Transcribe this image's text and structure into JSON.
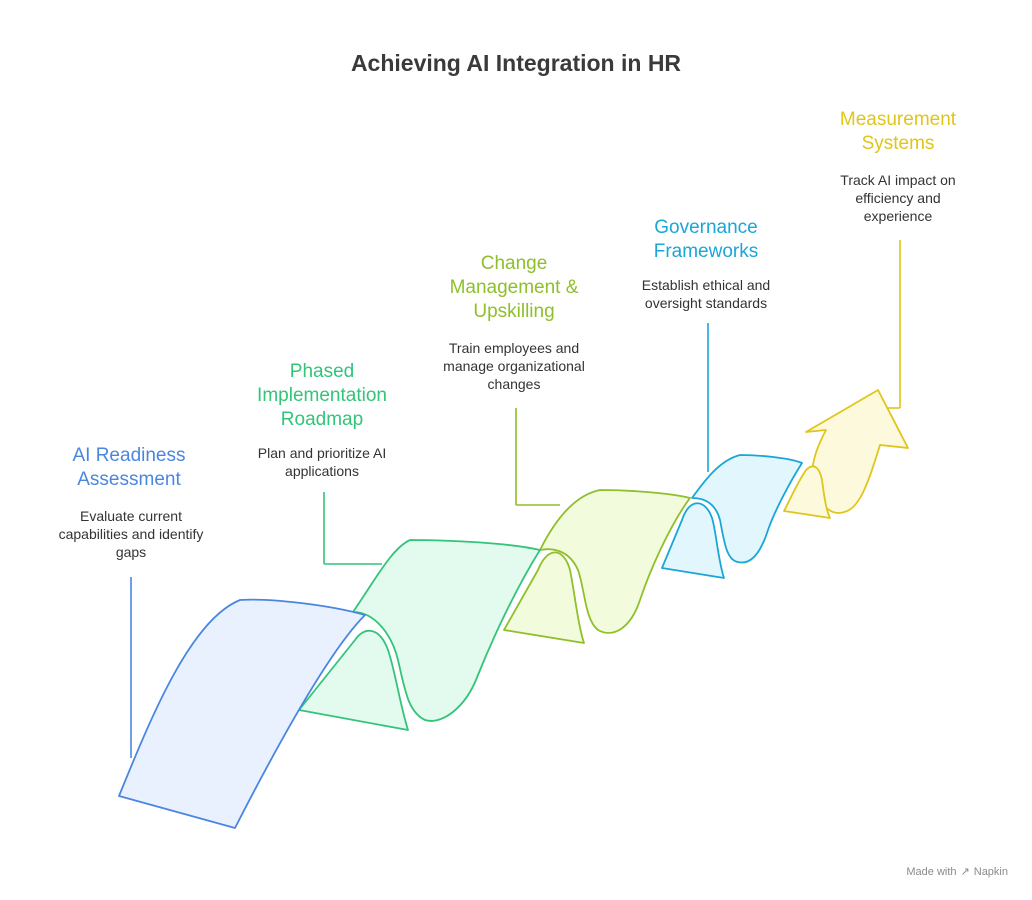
{
  "title": "Achieving AI Integration in HR",
  "stages": [
    {
      "title": "AI Readiness\nAssessment",
      "description": "Evaluate current\ncapabilities and identify\ngaps",
      "color": "#4a86e0",
      "fill": "#eaf1fe"
    },
    {
      "title": "Phased\nImplementation\nRoadmap",
      "description": "Plan and prioritize AI\napplications",
      "color": "#33c47a",
      "fill": "#e2fbee"
    },
    {
      "title": "Change\nManagement &\nUpskilling",
      "description": "Train employees and\nmanage organizational\nchanges",
      "color": "#8fbf2a",
      "fill": "#f2fbdc"
    },
    {
      "title": "Governance\nFrameworks",
      "description": "Establish ethical and\noversight standards",
      "color": "#1aa6d6",
      "fill": "#e2f6fd"
    },
    {
      "title": "Measurement\nSystems",
      "description": "Track AI impact on\nefficiency and\nexperience",
      "color": "#e0c51a",
      "fill": "#fdf9dc"
    }
  ],
  "footer": {
    "made_with": "Made with",
    "brand": "Napkin",
    "icon": "napkin-logo-icon"
  }
}
